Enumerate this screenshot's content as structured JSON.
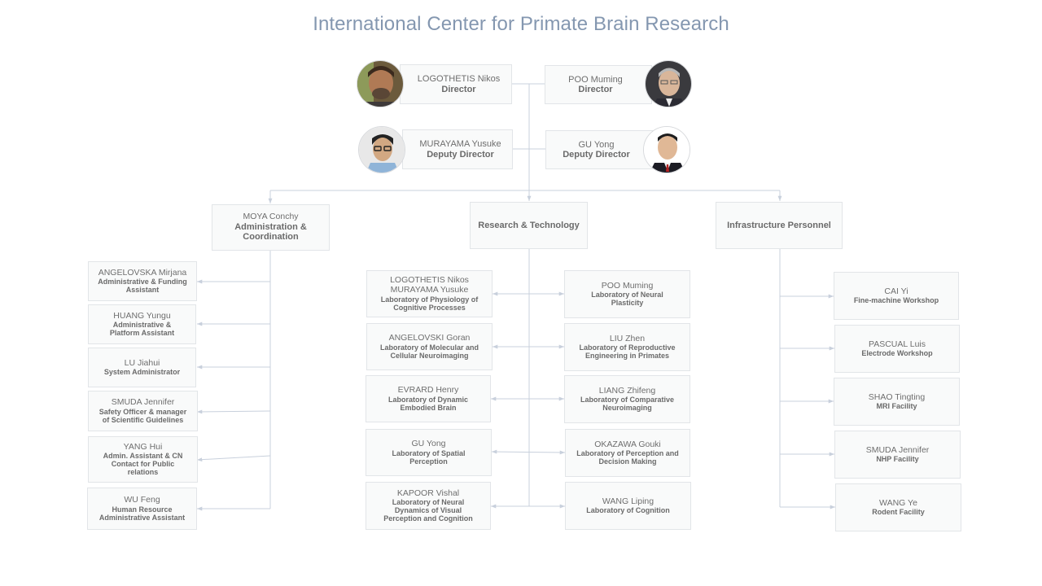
{
  "title": "International Center for Primate Brain Research",
  "leadership": [
    {
      "name": "LOGOTHETIS  Nikos",
      "role": "Director"
    },
    {
      "name": "POO  Muming",
      "role": "Director"
    },
    {
      "name": "MURAYAMA Yusuke",
      "role": "Deputy Director"
    },
    {
      "name": "GU  Yong",
      "role": "Deputy Director"
    }
  ],
  "departments": [
    {
      "name": "MOYA Conchy",
      "role": "Administration &\nCoordination"
    },
    {
      "name": "",
      "role": "Research & Technology"
    },
    {
      "name": "",
      "role": "Infrastructure Personnel"
    }
  ],
  "admin_staff": [
    {
      "name": "ANGELOVSKA Mirjana",
      "role": "Administrative  & Funding\nAssistant"
    },
    {
      "name": "HUANG Yungu",
      "role": "Administrative  &\nPlatform Assistant"
    },
    {
      "name": "LU Jiahui",
      "role": "System Administrator"
    },
    {
      "name": "SMUDA  Jennifer",
      "role": "Safety  Officer & manager\nof Scientific Guidelines"
    },
    {
      "name": "YANG Hui",
      "role": "Admin. Assistant  & CN\nContact for Public\nrelations"
    },
    {
      "name": "WU  Feng",
      "role": "Human Resource\nAdministrative Assistant"
    }
  ],
  "labs_left": [
    {
      "name": "LOGOTHETIS   Nikos\nMURAYAMA Yusuke",
      "role": "Laboratory of Physiology of\nCognitive Processes"
    },
    {
      "name": "ANGELOVSKI Goran",
      "role": "Laboratory of Molecular and\nCellular Neuroimaging"
    },
    {
      "name": "EVRARD Henry",
      "role": "Laboratory of Dynamic\nEmbodied Brain"
    },
    {
      "name": "GU  Yong",
      "role": "Laboratory of Spatial\nPerception"
    },
    {
      "name": "KAPOOR  Vishal",
      "role": "Laboratory of Neural\nDynamics of Visual\nPerception and Cognition"
    }
  ],
  "labs_right": [
    {
      "name": "POO  Muming",
      "role": "Laboratory of Neural\nPlasticity"
    },
    {
      "name": "LIU  Zhen",
      "role": "Laboratory of Reproductive\nEngineering in Primates"
    },
    {
      "name": "LIANG  Zhifeng",
      "role": "Laboratory of Comparative\nNeuroimaging"
    },
    {
      "name": "OKAZAWA Gouki",
      "role": "Laboratory of Perception and\nDecision Making"
    },
    {
      "name": "WANG  Liping",
      "role": "Laboratory of Cognition"
    }
  ],
  "infrastructure": [
    {
      "name": "CAI Yi",
      "role": "Fine-machine Workshop"
    },
    {
      "name": "PASCUAL  Luis",
      "role": "Electrode Workshop"
    },
    {
      "name": "SHAO Tingting",
      "role": "MRI Facility"
    },
    {
      "name": "SMUDA  Jennifer",
      "role": "NHP Facility"
    },
    {
      "name": "WANG  Ye",
      "role": "Rodent Facility"
    }
  ],
  "colors": {
    "connector": "#c8d0dc",
    "title": "#8497b0",
    "box_border": "#e2e5e8"
  }
}
